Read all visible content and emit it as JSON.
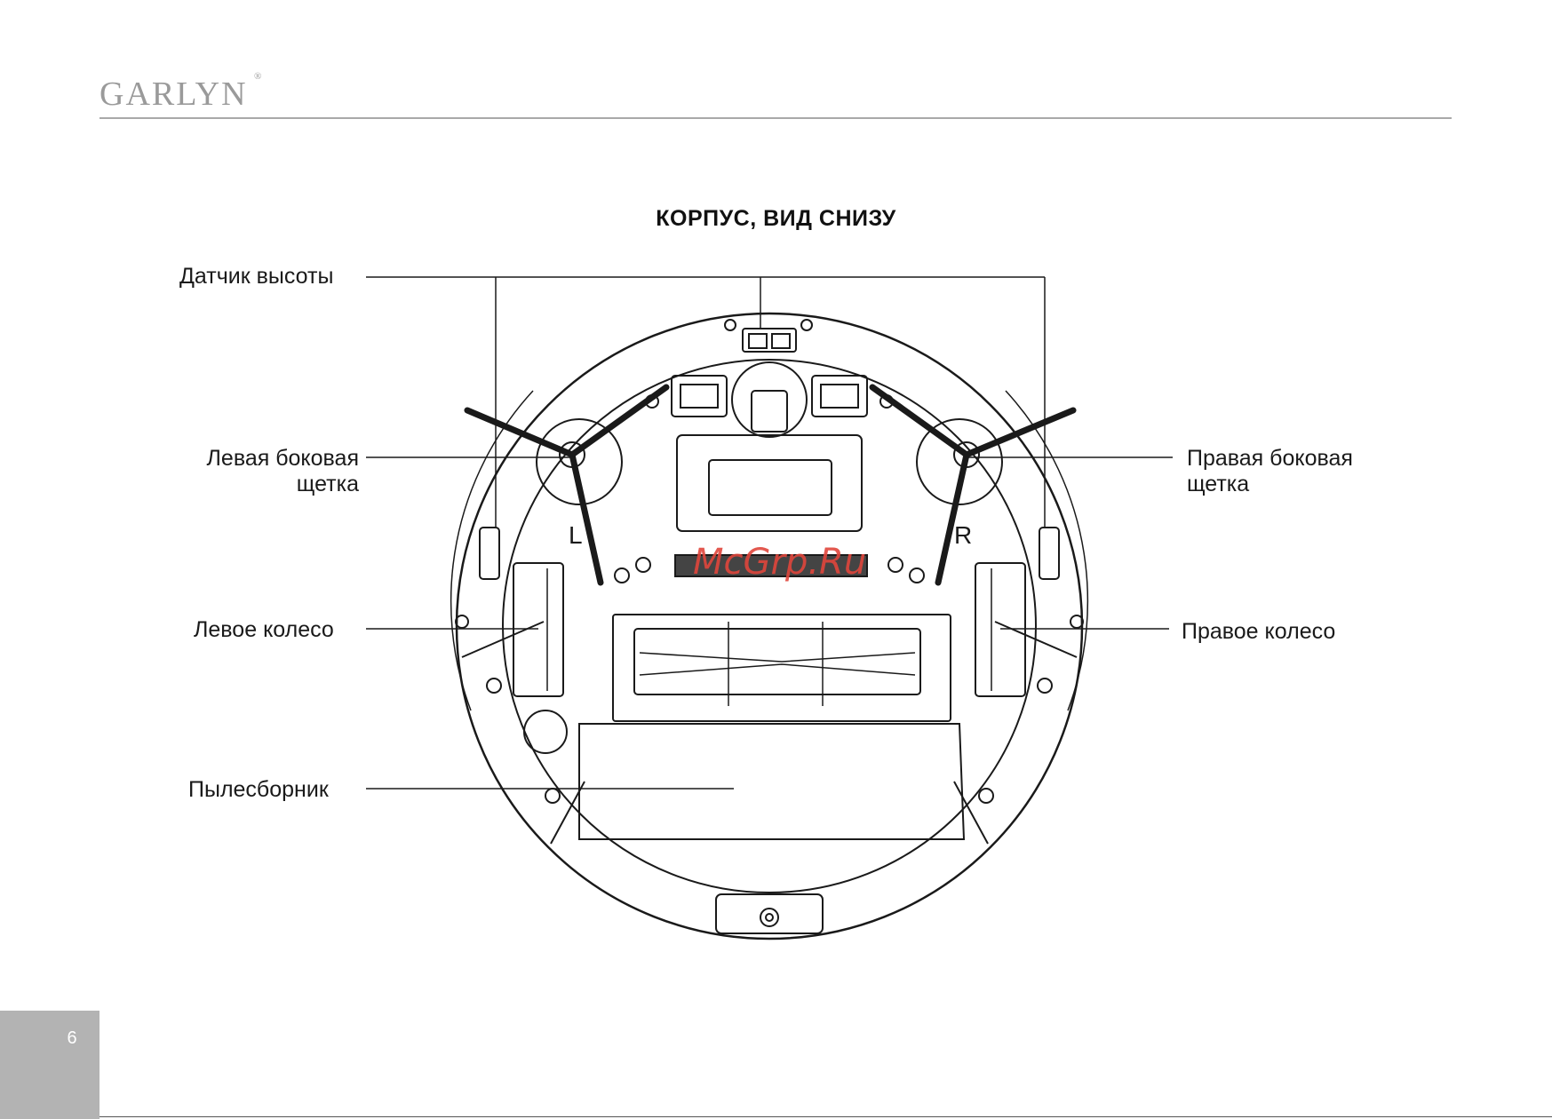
{
  "header": {
    "brand": "GARLYN",
    "registered_mark": "®"
  },
  "title": "КОРПУС, ВИД СНИЗУ",
  "callouts": {
    "height_sensor": "Датчик высоты",
    "left_brush_line1": "Левая боковая",
    "left_brush_line2": "щетка",
    "right_brush_line1": "Правая боковая",
    "right_brush_line2": "щетка",
    "left_wheel": "Левое колесо",
    "right_wheel": "Правое колесо",
    "dustbin": "Пылесборник"
  },
  "body_labels": {
    "left": "L",
    "right": "R"
  },
  "watermark": "McGrp.Ru",
  "footer": {
    "page_number": "6"
  }
}
